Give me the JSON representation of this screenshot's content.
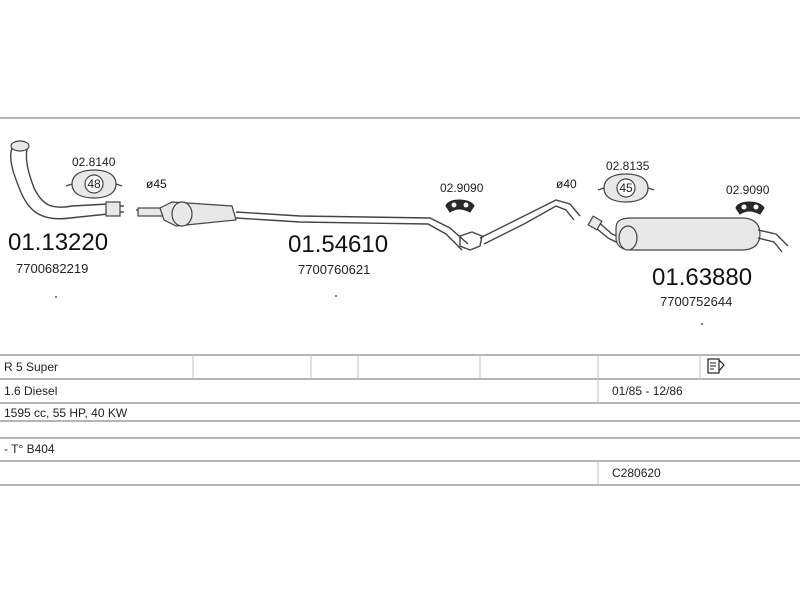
{
  "parts": {
    "front_pipe": {
      "number": "01.13220",
      "oem": "7700682219"
    },
    "center_silencer": {
      "number": "01.54610",
      "oem": "7700760621"
    },
    "rear_silencer": {
      "number": "01.63880",
      "oem": "7700752644"
    }
  },
  "accessories": {
    "gasket_front": {
      "code": "02.8140",
      "size": "48"
    },
    "hanger_middle": {
      "code": "02.9090"
    },
    "gasket_rear": {
      "code": "02.8135",
      "size": "45"
    },
    "hanger_rear": {
      "code": "02.9090"
    }
  },
  "diameters": {
    "d45": "ø45",
    "d40": "ø40"
  },
  "vehicle": {
    "model": "R 5 Super",
    "engine": "1.6 Diesel",
    "years": "01/85 - 12/86",
    "specs": "1595 cc, 55 HP, 40 KW",
    "type": "- T° B404",
    "catalog_code": "C280620"
  },
  "icons": {
    "document": "document-icon"
  }
}
